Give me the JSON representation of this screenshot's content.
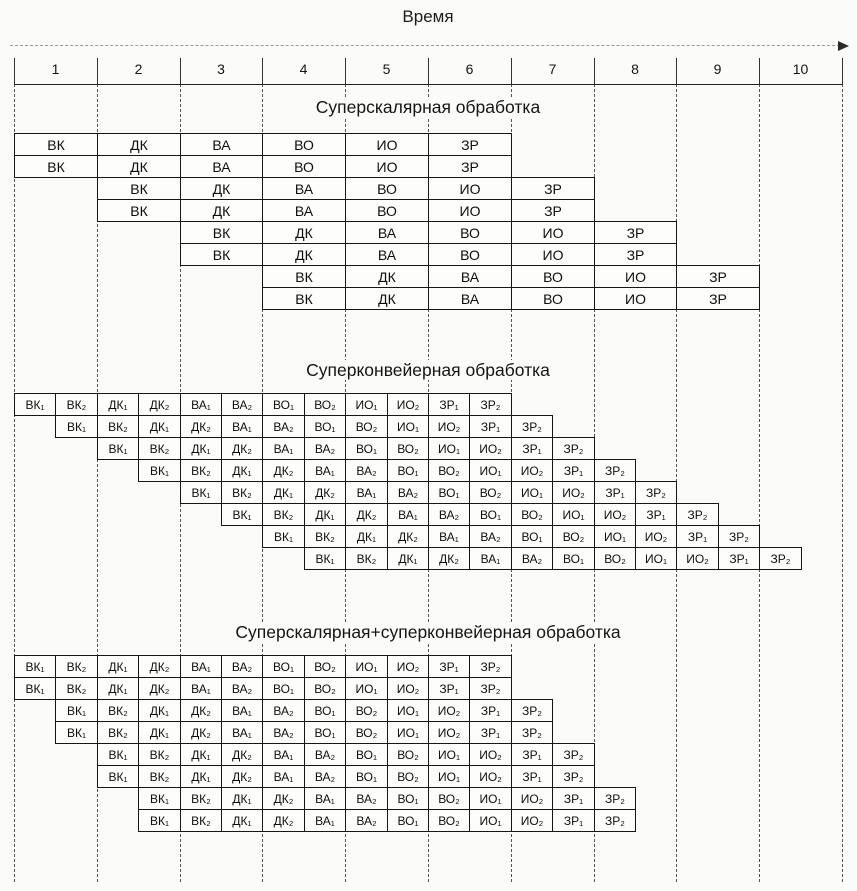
{
  "page_title": "Время",
  "time_axis": {
    "ticks": [
      "1",
      "2",
      "3",
      "4",
      "5",
      "6",
      "7",
      "8",
      "9",
      "10"
    ]
  },
  "sections": [
    {
      "id": "superscalar",
      "title": "Суперскалярная обработка",
      "cell_span_units": 1,
      "stages": [
        "ВК",
        "ДК",
        "ВА",
        "ВО",
        "ИО",
        "ЗР"
      ],
      "row_offsets_units": [
        0,
        0,
        1,
        1,
        2,
        2,
        3,
        3
      ]
    },
    {
      "id": "superpipeline",
      "title": "Суперконвейерная обработка",
      "cell_span_units": 0.5,
      "stages": [
        "ВК₁",
        "ВК₂",
        "ДК₁",
        "ДК₂",
        "ВА₁",
        "ВА₂",
        "ВО₁",
        "ВО₂",
        "ИО₁",
        "ИО₂",
        "ЗР₁",
        "ЗР₂"
      ],
      "row_offsets_units": [
        0,
        0.5,
        1,
        1.5,
        2,
        2.5,
        3,
        3.5
      ]
    },
    {
      "id": "superscalar-plus-superpipeline",
      "title": "Суперскалярная+суперконвейерная обработка",
      "cell_span_units": 0.5,
      "stages": [
        "ВК₁",
        "ВК₂",
        "ДК₁",
        "ДК₂",
        "ВА₁",
        "ВА₂",
        "ВО₁",
        "ВО₂",
        "ИО₁",
        "ИО₂",
        "ЗР₁",
        "ЗР₂"
      ],
      "row_offsets_units": [
        0,
        0,
        0.5,
        0.5,
        1,
        1,
        1.5,
        1.5
      ]
    }
  ]
}
